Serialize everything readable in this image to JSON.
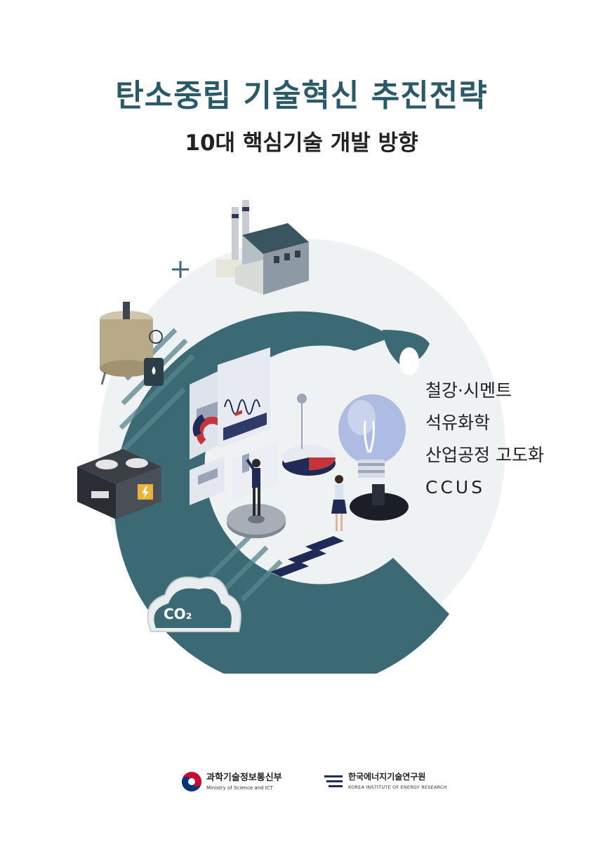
{
  "cover": {
    "title": "탄소중립 기술혁신 추진전략",
    "subtitle": "10대 핵심기술 개발 방향",
    "topics": [
      "철강·시멘트",
      "석유화학",
      "산업공정 고도화",
      "CCUS"
    ],
    "co2_label": "CO₂",
    "ministry_name_ko": "과학기술정보통신부",
    "ministry_name_en": "Ministry of Science and ICT",
    "institute_name_ko": "한국에너지기술연구원",
    "institute_name_en": "KOREA INSTITUTE OF ENERGY RESEARCH",
    "colors": {
      "title": "#2a5a68",
      "ring": "#3c6a74",
      "accent_red": "#c5343a",
      "navy": "#1f2a55"
    }
  }
}
